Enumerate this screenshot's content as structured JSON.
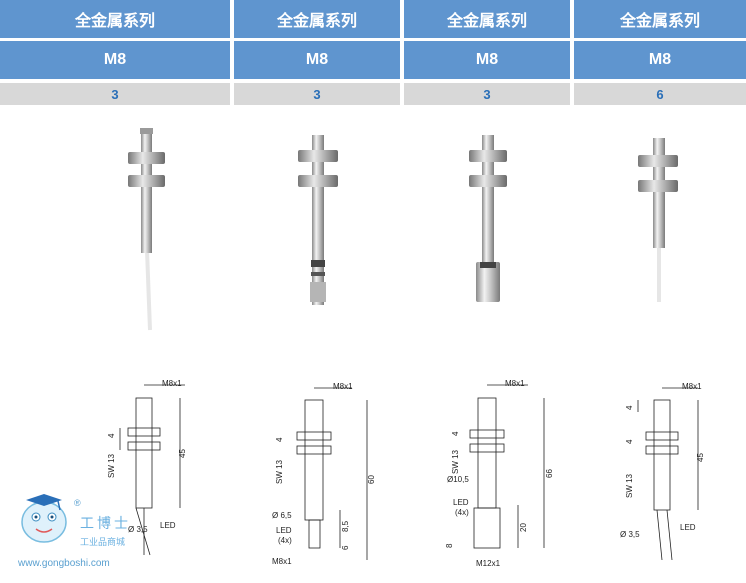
{
  "header": {
    "series": [
      "全金属系列",
      "全金属系列",
      "全金属系列",
      "全金属系列"
    ],
    "thread": [
      "M8",
      "M8",
      "M8",
      "M8"
    ],
    "distance": [
      "3",
      "3",
      "3",
      "6"
    ]
  },
  "drawings": {
    "d1": {
      "thread": "M8x1",
      "sw": "SW 13",
      "nut": "4",
      "length": "45",
      "dia": "Ø 3,5",
      "led": "LED"
    },
    "d2": {
      "thread": "M8x1",
      "sw": "SW 13",
      "nut": "4",
      "length": "60",
      "dia": "Ø 6,5",
      "led": "LED",
      "led_count": "(4x)",
      "dim1": "8,5",
      "dim2": "6",
      "thread_bottom": "M8x1"
    },
    "d3": {
      "thread": "M8x1",
      "sw": "SW 13",
      "nut": "4",
      "length": "66",
      "dia": "Ø10,5",
      "led": "LED",
      "led_count": "(4x)",
      "dim1": "20",
      "dim2": "8",
      "thread_bottom": "M12x1"
    },
    "d4": {
      "thread": "M8x1",
      "sw": "SW 13",
      "nut1": "4",
      "nut2": "4",
      "length": "45",
      "dia": "Ø 3,5",
      "led": "LED"
    }
  },
  "watermark": {
    "brand": "工博士",
    "sub": "工业品商城",
    "url": "www.gongboshi.com",
    "reg": "®"
  },
  "colors": {
    "header": "#5f95cf",
    "subheader": "#d8d8d8",
    "distance_text": "#2a6fb8"
  }
}
